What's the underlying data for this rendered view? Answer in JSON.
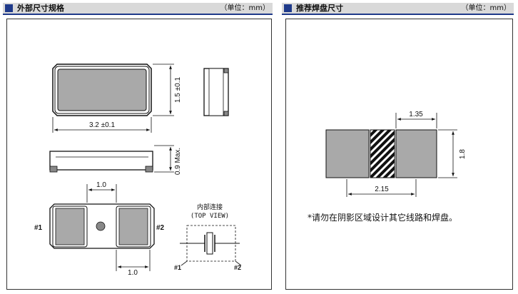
{
  "left": {
    "title": "外部尺寸规格",
    "unit": "（单位：mm）",
    "dims": {
      "length": "3.2 ±0.1",
      "width": "1.5 ±0.1",
      "height": "0.9 Max.",
      "pitch_top": "1.0",
      "pitch_bottom": "1.0"
    },
    "pins": {
      "p1": "#1",
      "p2": "#2"
    },
    "internal": {
      "title": "内部连接",
      "subtitle": "(TOP VIEW)",
      "p1": "#1",
      "p2": "#2"
    }
  },
  "right": {
    "title": "推荐焊盘尺寸",
    "unit": "（单位：mm）",
    "dims": {
      "pad_width": "1.35",
      "pad_height": "1.8",
      "span": "2.15"
    },
    "note": "*请勿在阴影区域设计其它线路和焊盘。"
  }
}
